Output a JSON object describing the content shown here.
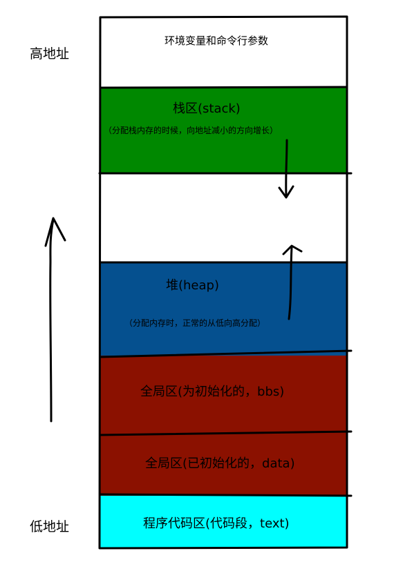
{
  "labels": {
    "high_address": "高地址",
    "low_address": "低地址"
  },
  "segments": {
    "env": {
      "title": "环境变量和命令行参数",
      "color": "#ffffff"
    },
    "stack": {
      "title": "栈区(stack)",
      "note": "（分配栈内存的时候，向地址减小的方向增长）",
      "color": "#008800"
    },
    "free": {
      "color": "#ffffff"
    },
    "heap": {
      "title": "堆(heap)",
      "note": "（分配内存时，正常的从低向高分配）",
      "color": "#05508f"
    },
    "bss": {
      "title": "全局区(为初始化的，bbs)",
      "color": "#8b1100"
    },
    "data": {
      "title": "全局区(已初始化的，data)",
      "color": "#8b1100"
    },
    "text": {
      "title": "程序代码区(代码段，text)",
      "color": "#00ffff"
    }
  },
  "colors": {
    "border": "#000000"
  }
}
